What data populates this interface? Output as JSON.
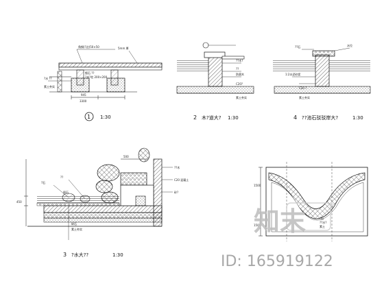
{
  "captions": {
    "d1_num": "1",
    "d1_scale": "1:30",
    "d2_num": "2",
    "d2_title": "木?道大?",
    "d2_scale": "1:30",
    "d4_num": "4",
    "d4_title": "??池石驳驳岸大?",
    "d4_scale": "1:30",
    "d3_num": "3",
    "d3_title": "?水大??",
    "d3_scale": "1:30"
  },
  "dims": {
    "d1_bottom_a": "945",
    "d1_bottom_b": "3300",
    "d3_side": "450",
    "d3_top": "500",
    "d5_side_a": "1500",
    "d5_side_b": "150"
  },
  "notes": {
    "d1_a": "角钢(?边)50×50",
    "d1_b": "5mm 厚",
    "d1_c": "细石 ??",
    "d1_d": "?木?柱 200×200",
    "d1_e": "?水 ??",
    "d1_f": "素土夯实",
    "d2_a": "??木?",
    "d2_b": "??",
    "d2_c": "防腐木",
    "d2_d": "C20?",
    "d2_e": "素土夯实",
    "d4_a": "??石",
    "d4_b": "水位",
    "d4_c": "1:2水泥砂浆",
    "d4_d": "C20 ?",
    "d4_e": "素土夯实",
    "d3_a": "?石",
    "d3_b": "??",
    "d3_c": "卵石",
    "d3_d": "??木",
    "d3_e": "C20 混凝土",
    "d3_f": "砂?",
    "d3_g": "碎石",
    "d3_h": "素土夯实",
    "d5_a": "?石",
    "d5_b": "??水?",
    "d5_c": "素土"
  },
  "watermark": {
    "logo_text": "知末",
    "id_text": "ID: 165919122"
  }
}
